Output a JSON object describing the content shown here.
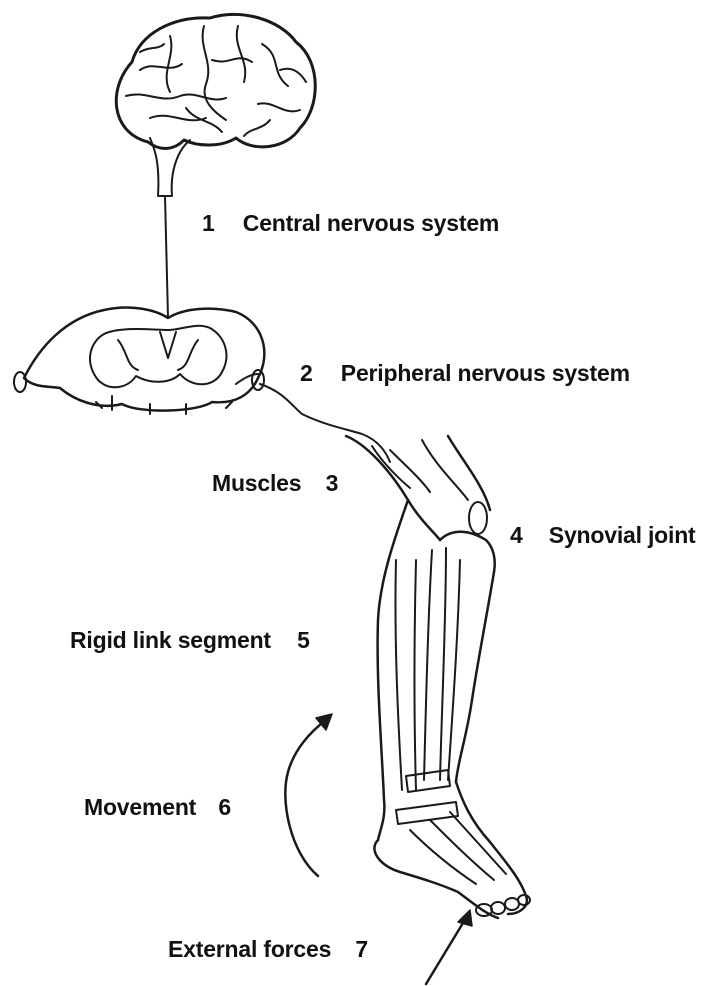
{
  "labels": [
    {
      "number": "1",
      "text": "Central nervous system"
    },
    {
      "number": "2",
      "text": "Peripheral nervous system"
    },
    {
      "number": "3",
      "text": "Muscles"
    },
    {
      "number": "4",
      "text": "Synovial joint"
    },
    {
      "number": "5",
      "text": "Rigid link segment"
    },
    {
      "number": "6",
      "text": "Movement"
    },
    {
      "number": "7",
      "text": "External forces"
    }
  ]
}
